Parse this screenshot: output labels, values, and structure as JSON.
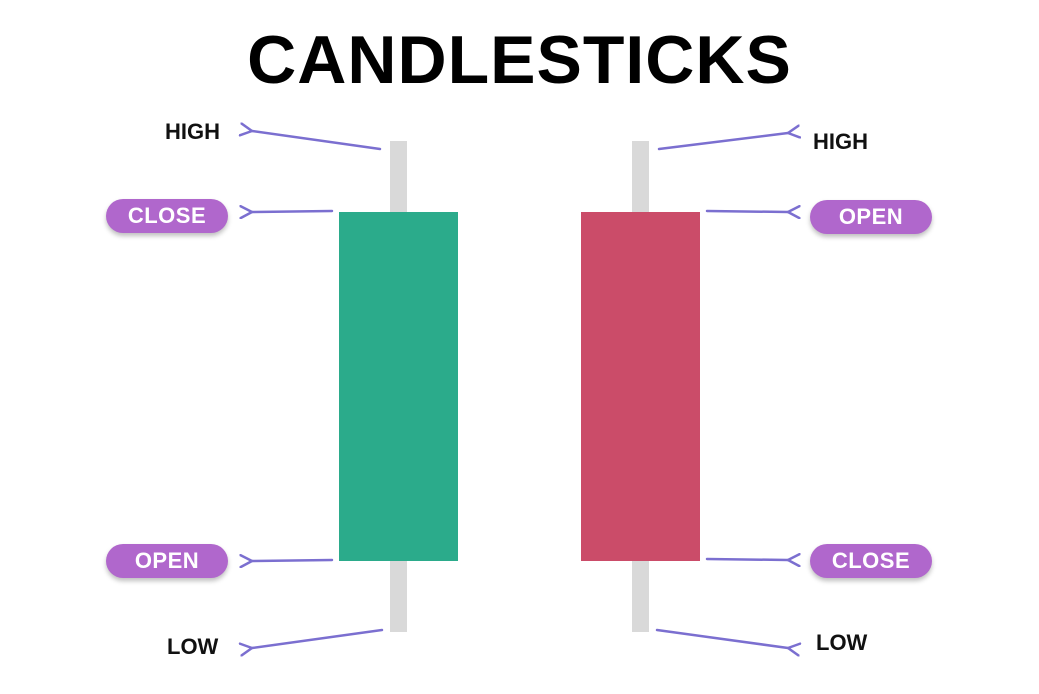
{
  "title": "CANDLESTICKS",
  "colors": {
    "bullish_body": "#2bab8b",
    "bearish_body": "#cb4c69",
    "wick": "#d9d9d9",
    "arrow": "#7b6fd0",
    "pill": "#b067cc"
  },
  "bullish_candle": {
    "high_label": "HIGH",
    "close_label": "CLOSE",
    "open_label": "OPEN",
    "low_label": "LOW"
  },
  "bearish_candle": {
    "high_label": "HIGH",
    "open_label": "OPEN",
    "close_label": "CLOSE",
    "low_label": "LOW"
  }
}
